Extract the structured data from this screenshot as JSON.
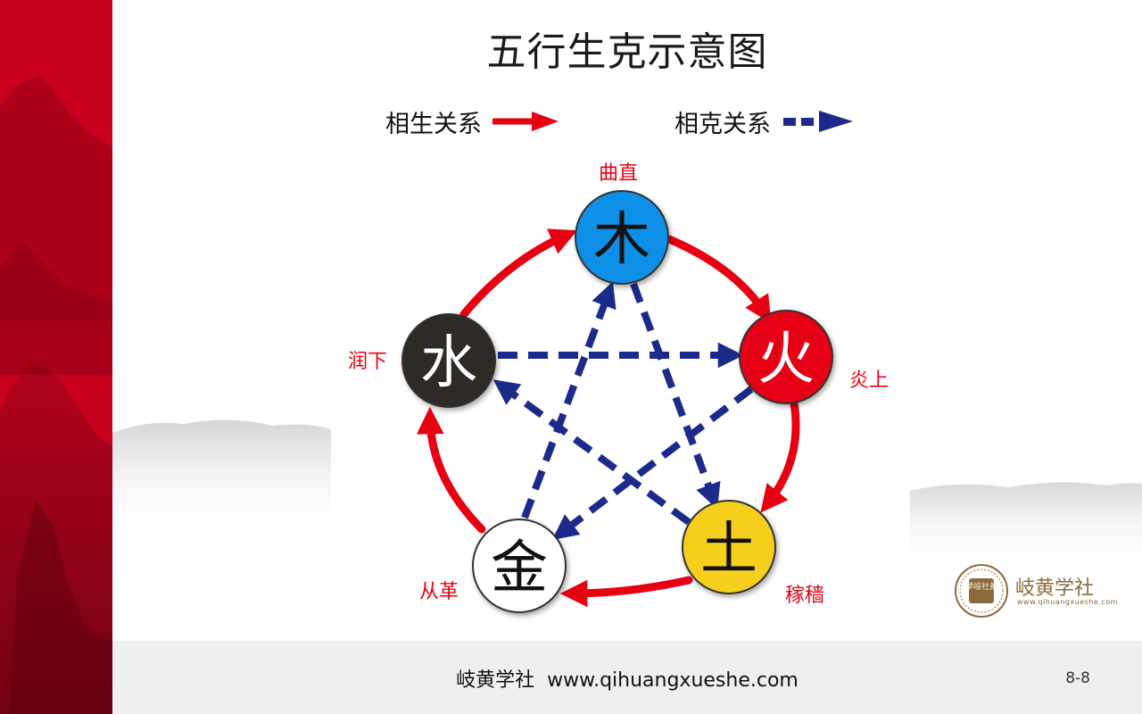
{
  "title": "五行生克示意图",
  "legend": {
    "sheng_label": "相生关系",
    "ke_label": "相克关系",
    "sheng_color": "#e60012",
    "ke_color": "#1c2a8c"
  },
  "elements": {
    "wood": {
      "char": "木",
      "trait": "曲直",
      "color": "#0a8fe8",
      "text_color": "#111111"
    },
    "fire": {
      "char": "火",
      "trait": "炎上",
      "color": "#e60012",
      "text_color": "#ffffff"
    },
    "earth": {
      "char": "土",
      "trait": "稼穑",
      "color": "#f5cf1e",
      "text_color": "#111111"
    },
    "metal": {
      "char": "金",
      "trait": "从革",
      "color": "#ffffff",
      "text_color": "#111111"
    },
    "water": {
      "char": "水",
      "trait": "润下",
      "color": "#2e2a28",
      "text_color": "#ffffff"
    }
  },
  "sheng_cycle": [
    "wood",
    "fire",
    "earth",
    "metal",
    "water"
  ],
  "ke_cycle": [
    "wood",
    "earth",
    "water",
    "fire",
    "metal"
  ],
  "brand": {
    "name": "岐黄学社",
    "url": "www.qihuangxueshe.com",
    "seal_text": "學岐社黃"
  },
  "footer": {
    "text": "岐黄学社  www.qihuangxueshe.com",
    "page": "8-8"
  }
}
